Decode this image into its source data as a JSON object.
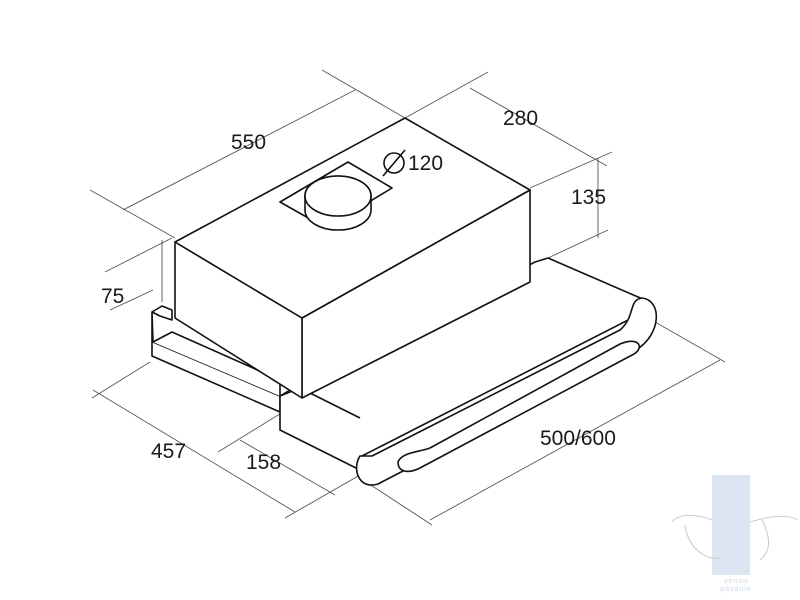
{
  "dimensions": {
    "width_total": "550",
    "depth_total": "280",
    "duct_diameter": "120",
    "motor_height": "135",
    "body_height": "75",
    "extension_depth": "457",
    "front_panel": "158",
    "drawer_width": "500/600"
  },
  "watermark": {
    "line1": "vennu",
    "line2": "pasaule"
  }
}
